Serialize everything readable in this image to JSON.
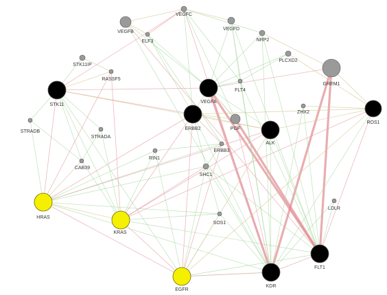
{
  "colors": {
    "hub": "#000000",
    "gray": "#9a9a9a",
    "seed": "#f5f000",
    "edge_green": "#a8d8a0",
    "edge_pink": "#e6a0a8",
    "edge_tan": "#d8c89a",
    "edge_thick": "#e08a90"
  },
  "nodes": [
    {
      "id": "VEGFC",
      "label": "VEGFC",
      "kind": "gray"
    },
    {
      "id": "VEGFB",
      "label": "VEGFB",
      "kind": "gray"
    },
    {
      "id": "VEGFD",
      "label": "VEGFD",
      "kind": "gray"
    },
    {
      "id": "ELF3",
      "label": "ELF3",
      "kind": "gray"
    },
    {
      "id": "NRP2",
      "label": "NRP2",
      "kind": "gray"
    },
    {
      "id": "PLCXD2",
      "label": "PLCXD2",
      "kind": "gray"
    },
    {
      "id": "STK11IP",
      "label": "STK11IP",
      "kind": "gray"
    },
    {
      "id": "GREM1",
      "label": "GREM1",
      "kind": "gray"
    },
    {
      "id": "RASSF5",
      "label": "RASSF5",
      "kind": "gray"
    },
    {
      "id": "STK11",
      "label": "STK11",
      "kind": "hub"
    },
    {
      "id": "VEGFA",
      "label": "VEGFA",
      "kind": "hub"
    },
    {
      "id": "FLT4",
      "label": "FLT4",
      "kind": "gray"
    },
    {
      "id": "ZHX2",
      "label": "ZHX2",
      "kind": "gray"
    },
    {
      "id": "ROS1",
      "label": "ROS1",
      "kind": "hub"
    },
    {
      "id": "ERBB2",
      "label": "ERBB2",
      "kind": "hub"
    },
    {
      "id": "PGF",
      "label": "PGF",
      "kind": "gray"
    },
    {
      "id": "ALK",
      "label": "ALK",
      "kind": "hub"
    },
    {
      "id": "STRADB",
      "label": "STRADB",
      "kind": "gray"
    },
    {
      "id": "STRADA",
      "label": "STRADA",
      "kind": "gray"
    },
    {
      "id": "ERBB3",
      "label": "ERBB3",
      "kind": "gray"
    },
    {
      "id": "RIN1",
      "label": "RIN1",
      "kind": "gray"
    },
    {
      "id": "CAB39",
      "label": "CAB39",
      "kind": "gray"
    },
    {
      "id": "SHC1",
      "label": "SHC1",
      "kind": "gray"
    },
    {
      "id": "HRAS",
      "label": "HRAS",
      "kind": "seed"
    },
    {
      "id": "LDLR",
      "label": "LDLR",
      "kind": "gray"
    },
    {
      "id": "KRAS",
      "label": "KRAS",
      "kind": "seed"
    },
    {
      "id": "SOS1",
      "label": "SOS1",
      "kind": "gray"
    },
    {
      "id": "FLT1",
      "label": "FLT1",
      "kind": "hub"
    },
    {
      "id": "KDR",
      "label": "KDR",
      "kind": "hub"
    },
    {
      "id": "EGFR",
      "label": "EGFR",
      "kind": "seed"
    }
  ],
  "edges": [
    [
      "VEGFA",
      "KDR",
      "thick"
    ],
    [
      "VEGFA",
      "FLT1",
      "thick"
    ],
    [
      "GREM1",
      "KDR",
      "thick"
    ],
    [
      "GREM1",
      "FLT1",
      "thick"
    ],
    [
      "PGF",
      "FLT1",
      "thick"
    ],
    [
      "PGF",
      "KDR",
      "pink"
    ],
    [
      "VEGFB",
      "FLT1",
      "pink"
    ],
    [
      "VEGFC",
      "KDR",
      "pink"
    ],
    [
      "VEGFC",
      "FLT4",
      "green"
    ],
    [
      "VEGFD",
      "FLT4",
      "green"
    ],
    [
      "VEGFD",
      "KDR",
      "green"
    ],
    [
      "NRP2",
      "VEGFA",
      "green"
    ],
    [
      "NRP2",
      "FLT1",
      "green"
    ],
    [
      "NRP2",
      "KDR",
      "green"
    ],
    [
      "VEGFC",
      "VEGFB",
      "tan"
    ],
    [
      "VEGFC",
      "VEGFD",
      "tan"
    ],
    [
      "VEGFC",
      "ELF3",
      "pink"
    ],
    [
      "VEGFC",
      "ERBB2",
      "green"
    ],
    [
      "VEGFC",
      "PGF",
      "green"
    ],
    [
      "VEGFC",
      "NRP2",
      "green"
    ],
    [
      "VEGFB",
      "ELF3",
      "tan"
    ],
    [
      "VEGFB",
      "VEGFA",
      "green"
    ],
    [
      "VEGFB",
      "KDR",
      "green"
    ],
    [
      "ELF3",
      "ERBB2",
      "green"
    ],
    [
      "ELF3",
      "VEGFA",
      "green"
    ],
    [
      "ELF3",
      "ERBB3",
      "green"
    ],
    [
      "STK11",
      "STK11IP",
      "green"
    ],
    [
      "STK11",
      "STRADB",
      "green"
    ],
    [
      "STK11",
      "STRADA",
      "green"
    ],
    [
      "STK11",
      "CAB39",
      "green"
    ],
    [
      "STK11",
      "RASSF5",
      "tan"
    ],
    [
      "STK11",
      "HRAS",
      "pink"
    ],
    [
      "STK11",
      "KRAS",
      "green"
    ],
    [
      "STK11",
      "EGFR",
      "green"
    ],
    [
      "STK11",
      "ERBB2",
      "pink"
    ],
    [
      "STK11",
      "VEGFA",
      "pink"
    ],
    [
      "STK11",
      "VEGFC",
      "pink"
    ],
    [
      "STK11",
      "ALK",
      "tan"
    ],
    [
      "STRADB",
      "CAB39",
      "green"
    ],
    [
      "STRADB",
      "HRAS",
      "green"
    ],
    [
      "STRADA",
      "CAB39",
      "green"
    ],
    [
      "STRADA",
      "KRAS",
      "green"
    ],
    [
      "RASSF5",
      "HRAS",
      "pink"
    ],
    [
      "RASSF5",
      "KRAS",
      "pink"
    ],
    [
      "STK11IP",
      "RASSF5",
      "tan"
    ],
    [
      "ERBB2",
      "ERBB3",
      "pink"
    ],
    [
      "ERBB2",
      "EGFR",
      "pink"
    ],
    [
      "ERBB2",
      "HRAS",
      "pink"
    ],
    [
      "ERBB2",
      "KRAS",
      "pink"
    ],
    [
      "ERBB2",
      "SHC1",
      "green"
    ],
    [
      "ERBB2",
      "ALK",
      "tan"
    ],
    [
      "ERBB2",
      "ROS1",
      "tan"
    ],
    [
      "ERBB2",
      "KDR",
      "green"
    ],
    [
      "ERBB3",
      "EGFR",
      "pink"
    ],
    [
      "ERBB3",
      "SHC1",
      "green"
    ],
    [
      "ERBB3",
      "HRAS",
      "green"
    ],
    [
      "EGFR",
      "SHC1",
      "green"
    ],
    [
      "EGFR",
      "SOS1",
      "green"
    ],
    [
      "EGFR",
      "HRAS",
      "pink"
    ],
    [
      "EGFR",
      "KRAS",
      "pink"
    ],
    [
      "EGFR",
      "RIN1",
      "green"
    ],
    [
      "EGFR",
      "ALK",
      "tan"
    ],
    [
      "EGFR",
      "ROS1",
      "tan"
    ],
    [
      "EGFR",
      "KDR",
      "green"
    ],
    [
      "HRAS",
      "RIN1",
      "green"
    ],
    [
      "HRAS",
      "SOS1",
      "green"
    ],
    [
      "HRAS",
      "SHC1",
      "green"
    ],
    [
      "HRAS",
      "ALK",
      "pink"
    ],
    [
      "HRAS",
      "KRAS",
      "tan"
    ],
    [
      "HRAS",
      "CAB39",
      "tan"
    ],
    [
      "KRAS",
      "SOS1",
      "green"
    ],
    [
      "KRAS",
      "SHC1",
      "pink"
    ],
    [
      "KRAS",
      "ALK",
      "pink"
    ],
    [
      "KRAS",
      "ROS1",
      "pink"
    ],
    [
      "KRAS",
      "RIN1",
      "green"
    ],
    [
      "SHC1",
      "SOS1",
      "green"
    ],
    [
      "SHC1",
      "KDR",
      "green"
    ],
    [
      "SHC1",
      "FLT1",
      "green"
    ],
    [
      "SOS1",
      "KDR",
      "green"
    ],
    [
      "ALK",
      "KDR",
      "green"
    ],
    [
      "ALK",
      "FLT1",
      "green"
    ],
    [
      "ALK",
      "ROS1",
      "tan"
    ],
    [
      "ROS1",
      "FLT1",
      "pink"
    ],
    [
      "ROS1",
      "KDR",
      "green"
    ],
    [
      "ROS1",
      "ZHX2",
      "tan"
    ],
    [
      "ROS1",
      "PLCXD2",
      "tan"
    ],
    [
      "ROS1",
      "GREM1",
      "tan"
    ],
    [
      "ZHX2",
      "FLT1",
      "green"
    ],
    [
      "ZHX2",
      "KDR",
      "green"
    ],
    [
      "PLCXD2",
      "VEGFA",
      "green"
    ],
    [
      "PLCXD2",
      "FLT4",
      "green"
    ],
    [
      "FLT4",
      "KDR",
      "green"
    ],
    [
      "FLT4",
      "FLT1",
      "green"
    ],
    [
      "FLT1",
      "KDR",
      "pink"
    ],
    [
      "LDLR",
      "FLT1",
      "green"
    ],
    [
      "LDLR",
      "KDR",
      "green"
    ],
    [
      "PGF",
      "VEGFA",
      "tan"
    ],
    [
      "PGF",
      "ERBB2",
      "green"
    ],
    [
      "VEGFA",
      "ERBB2",
      "green"
    ],
    [
      "VEGFA",
      "ALK",
      "green"
    ],
    [
      "VEGFA",
      "FLT4",
      "green"
    ],
    [
      "VEGFA",
      "PGF",
      "green"
    ],
    [
      "RIN1",
      "ERBB3",
      "green"
    ],
    [
      "CAB39",
      "KRAS",
      "green"
    ],
    [
      "GREM1",
      "VEGFA",
      "pink"
    ],
    [
      "GREM1",
      "NRP2",
      "tan"
    ],
    [
      "VEGFD",
      "VEGFA",
      "green"
    ],
    [
      "VEGFD",
      "FLT1",
      "green"
    ],
    [
      "KDR",
      "EGFR",
      "pink"
    ],
    [
      "KDR",
      "HRAS",
      "green"
    ],
    [
      "FLT1",
      "EGFR",
      "green"
    ],
    [
      "FLT1",
      "KRAS",
      "green"
    ]
  ]
}
